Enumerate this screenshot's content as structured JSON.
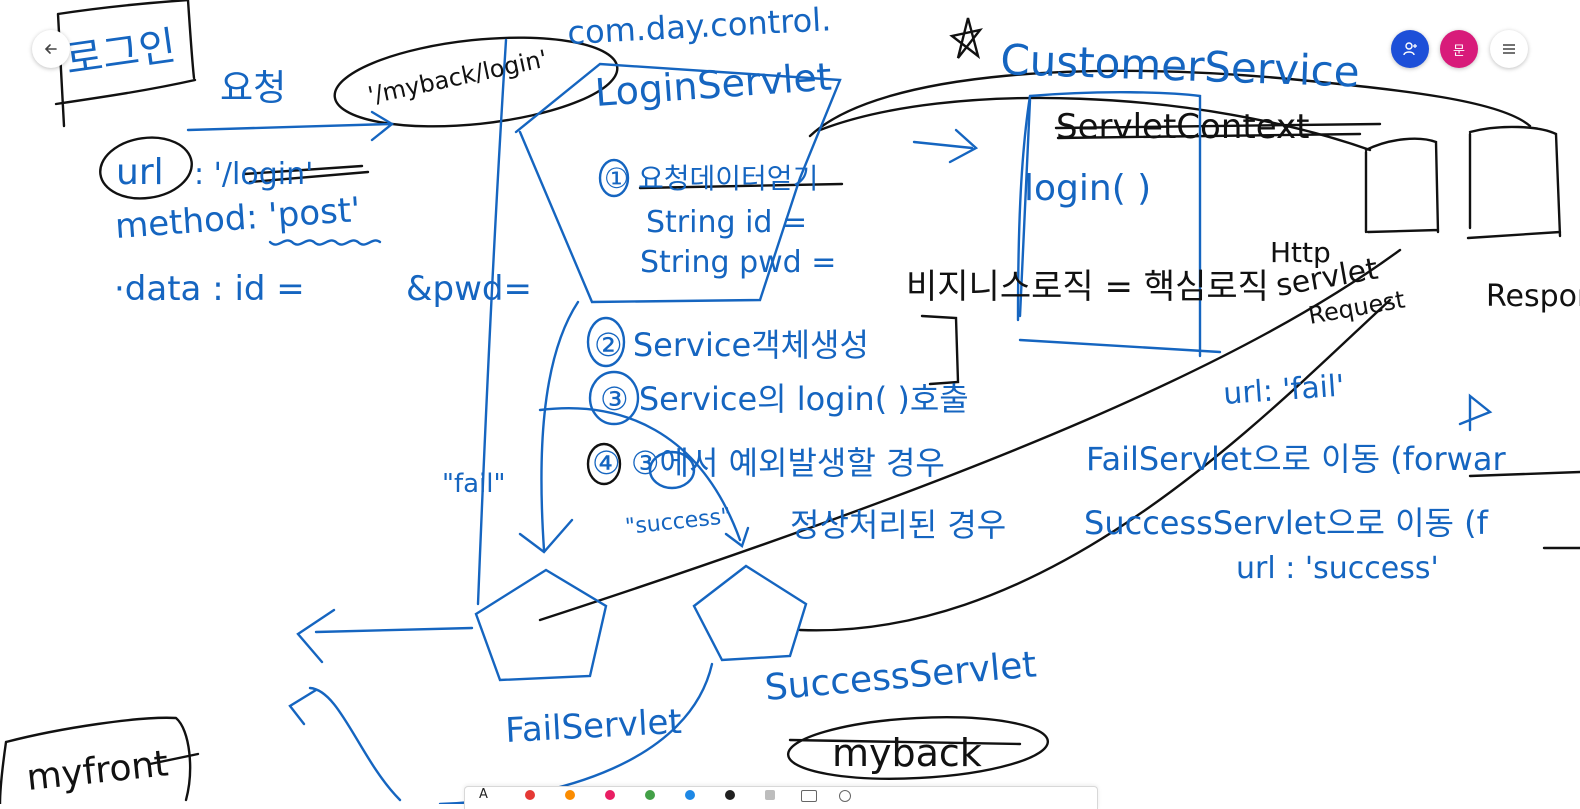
{
  "colors": {
    "ink_blue": "#1565c0",
    "ink_black": "#111111",
    "invite_button": "#1d4fd8",
    "avatar": "#d81b7a",
    "background": "#ffffff"
  },
  "top_bar": {
    "back_icon": "arrow-left-icon",
    "invite_icon": "person-add-icon",
    "avatar_initial": "문",
    "menu_icon": "hamburger-icon"
  },
  "whiteboard": {
    "title": "로그인",
    "request_label": "요청",
    "request_url_key": "url",
    "request_url_value": ": '/login'",
    "method_line": "method: 'post'",
    "data_line": "·data : id =",
    "pwd_line": "&pwd=",
    "mapping_bubble": "'/myback/login'",
    "package_name": "com.day.control.",
    "login_servlet": "LoginServlet",
    "step1": "① 요청데이터얻기",
    "string_id": "String id =",
    "string_pwd": "String pwd =",
    "step2": "② Service객체생성",
    "step3": "③ Service의 login(    )호출",
    "step4": "④ ③에서 예외발생할 경우",
    "success_case": "정상처리된 경우",
    "fail_literal": "\"fail\"",
    "success_literal": "\"success\"",
    "customer_service": "CustomerService",
    "servlet_context": "ServletContext",
    "login_call": "login(        )",
    "business_logic": "비지니스로직 = 핵심로직",
    "http_servlet_request_1": "Http",
    "http_servlet_request_2": "servlet",
    "http_servlet_request_3": "Request",
    "response_label": "Respon",
    "fail_url": "url: 'fail'",
    "fail_forward": "FailServlet으로 이동 (forwar",
    "success_forward": "SuccessServlet으로 이동 (f",
    "success_url": "url : 'success'",
    "fail_servlet": "FailServlet",
    "success_servlet": "SuccessServlet",
    "myfront": "myfront",
    "myback": "myback"
  }
}
